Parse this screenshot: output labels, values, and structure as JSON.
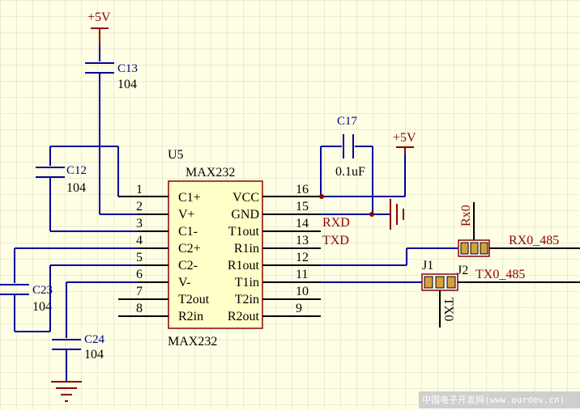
{
  "power": {
    "top": "+5V",
    "right": "+5V"
  },
  "caps": {
    "c13": {
      "ref": "C13",
      "value": "104"
    },
    "c12": {
      "ref": "C12",
      "value": "104"
    },
    "c17": {
      "ref": "C17",
      "value": "0.1uF"
    },
    "c23": {
      "ref": "C23",
      "value": "104"
    },
    "c24": {
      "ref": "C24",
      "value": "104"
    }
  },
  "ic": {
    "ref": "U5",
    "part_top": "MAX232",
    "part_bottom": "MAX232",
    "left_pins": [
      {
        "num": "1",
        "name": "C1+"
      },
      {
        "num": "2",
        "name": "V+"
      },
      {
        "num": "3",
        "name": "C1-"
      },
      {
        "num": "4",
        "name": "C2+"
      },
      {
        "num": "5",
        "name": "C2-"
      },
      {
        "num": "6",
        "name": "V-"
      },
      {
        "num": "7",
        "name": "T2out"
      },
      {
        "num": "8",
        "name": "R2in"
      }
    ],
    "right_pins": [
      {
        "num": "16",
        "name": "VCC"
      },
      {
        "num": "15",
        "name": "GND"
      },
      {
        "num": "14",
        "name": "T1out"
      },
      {
        "num": "13",
        "name": "R1in"
      },
      {
        "num": "12",
        "name": "R1out"
      },
      {
        "num": "11",
        "name": "T1in"
      },
      {
        "num": "10",
        "name": "T2in"
      },
      {
        "num": "9",
        "name": "R2out"
      }
    ]
  },
  "nets": {
    "rxd": "RXD",
    "txd": "TXD",
    "rx0_485": "RX0_485",
    "tx0_485": "TX0_485"
  },
  "jumpers": {
    "j1": "J1",
    "j2": "J2",
    "rx0": "Rx0",
    "tx0": "TX0"
  },
  "watermark": "中国电子开发网(www.ourdev.cn)"
}
